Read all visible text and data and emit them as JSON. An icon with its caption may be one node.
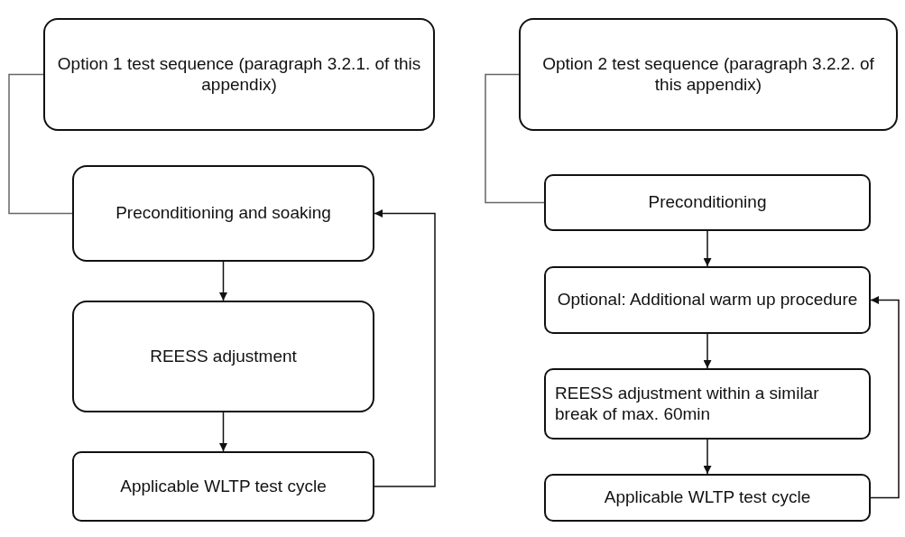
{
  "diagram": {
    "nodes": [
      {
        "text": [
          "Option 1 test sequence (paragraph 3.2.1. of this appendix)"
        ]
      },
      {
        "text": [
          "Preconditioning and soaking"
        ]
      },
      {
        "text": [
          "REESS adjustment"
        ]
      },
      {
        "text": [
          "Applicable WLTP test cycle"
        ]
      },
      {
        "text": [
          "Option 2 test sequence (paragraph 3.2.2. of this appendix)"
        ]
      },
      {
        "text": [
          "Preconditioning"
        ]
      },
      {
        "text": [
          "Optional: Additional warm up procedure"
        ]
      },
      {
        "text": [
          "REESS adjustment within a similar break of max. 60min"
        ]
      },
      {
        "text": [
          "Applicable WLTP test cycle"
        ]
      }
    ],
    "edges": [
      {
        "from": 0,
        "to": 1,
        "arrow": "none",
        "color": "#666666"
      },
      {
        "from": 1,
        "to": 2,
        "arrow": "to"
      },
      {
        "from": 2,
        "to": 3,
        "arrow": "to"
      },
      {
        "from": 3,
        "to": 1,
        "arrow": "to"
      },
      {
        "from": 4,
        "to": 5,
        "arrow": "none",
        "color": "#666666"
      },
      {
        "from": 5,
        "to": 6,
        "arrow": "to"
      },
      {
        "from": 6,
        "to": 7,
        "arrow": "to"
      },
      {
        "from": 7,
        "to": 8,
        "arrow": "to"
      },
      {
        "from": 8,
        "to": 6,
        "arrow": "to"
      }
    ]
  }
}
